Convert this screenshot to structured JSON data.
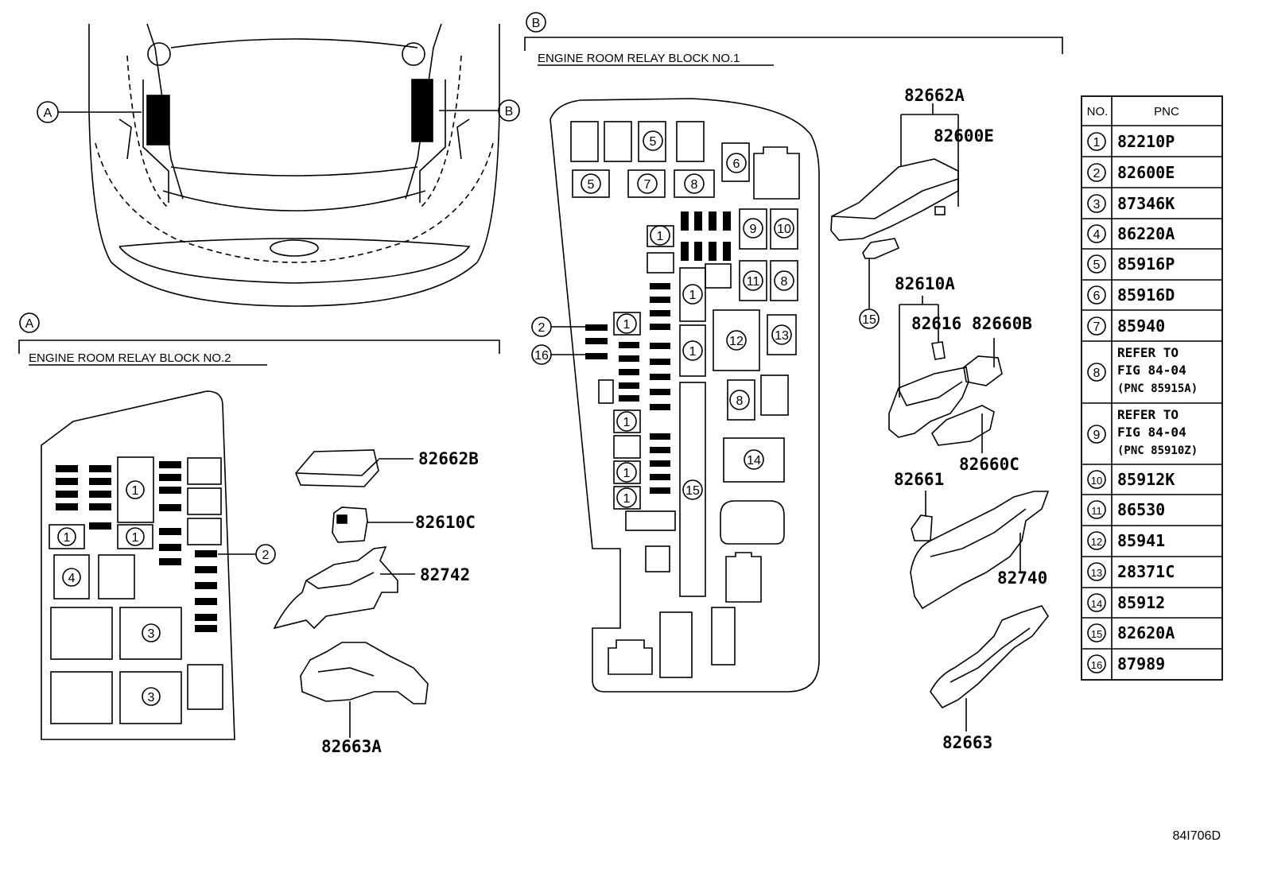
{
  "views": {
    "a": {
      "letter": "A",
      "title": "ENGINE ROOM RELAY BLOCK NO.2"
    },
    "b": {
      "letter": "B",
      "title": "ENGINE ROOM RELAY BLOCK NO.1"
    }
  },
  "part_labels": {
    "p82662B": "82662B",
    "p82610C": "82610C",
    "p82742": "82742",
    "p82663A": "82663A",
    "p82662A": "82662A",
    "p82600E": "82600E",
    "p82610A": "82610A",
    "p82616": "82616",
    "p82660B": "82660B",
    "p82660C": "82660C",
    "p82661": "82661",
    "p82740": "82740",
    "p82663": "82663"
  },
  "table": {
    "header_no": "NO.",
    "header_pnc": "PNC",
    "rows": [
      {
        "no": "1",
        "pnc": "82210P"
      },
      {
        "no": "2",
        "pnc": "82600E"
      },
      {
        "no": "3",
        "pnc": "87346K"
      },
      {
        "no": "4",
        "pnc": "86220A"
      },
      {
        "no": "5",
        "pnc": "85916P"
      },
      {
        "no": "6",
        "pnc": "85916D"
      },
      {
        "no": "7",
        "pnc": "85940"
      },
      {
        "no": "8",
        "line1": "REFER TO",
        "line2": "FIG 84-04",
        "line3": "(PNC 85915A)"
      },
      {
        "no": "9",
        "line1": "REFER TO",
        "line2": "FIG 84-04",
        "line3": "(PNC 85910Z)"
      },
      {
        "no": "10",
        "pnc": "85912K"
      },
      {
        "no": "11",
        "pnc": "86530"
      },
      {
        "no": "12",
        "pnc": "85941"
      },
      {
        "no": "13",
        "pnc": "28371C"
      },
      {
        "no": "14",
        "pnc": "85912"
      },
      {
        "no": "15",
        "pnc": "82620A"
      },
      {
        "no": "16",
        "pnc": "87989"
      }
    ]
  },
  "callouts": {
    "c1": "1",
    "c2": "2",
    "c3": "3",
    "c4": "4",
    "c5": "5",
    "c6": "6",
    "c7": "7",
    "c8": "8",
    "c9": "9",
    "c10": "10",
    "c11": "11",
    "c12": "12",
    "c13": "13",
    "c14": "14",
    "c15": "15",
    "c16": "16"
  },
  "figure_code": "84I706D"
}
